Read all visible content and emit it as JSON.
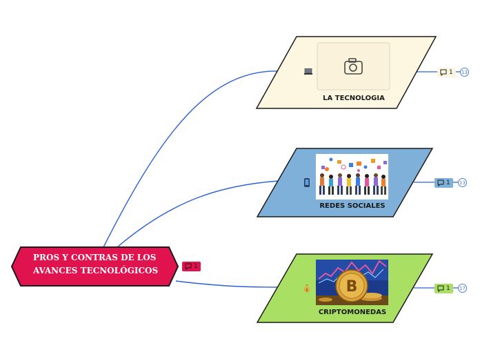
{
  "central": {
    "line1": "PROS Y CONTRAS DE LOS",
    "line2": "AVANCES TECNOLÓGICOS",
    "comment_count": "1",
    "color": "#e0134f"
  },
  "topics": [
    {
      "label": "LA TECNOLOGIA",
      "fill": "#fdf6e1",
      "badge_color": "#fdf6e1",
      "comment_count": "1",
      "child_count": "13",
      "icon": "computer-icon",
      "image": "camera-placeholder-icon"
    },
    {
      "label": "REDES SOCIALES",
      "fill": "#7fb0d9",
      "badge_color": "#7fb0d9",
      "comment_count": "1",
      "child_count": "13",
      "icon": "mobile-phone-icon",
      "image": "social-network-people-illustration"
    },
    {
      "label": "CRIPTOMONEDAS",
      "fill": "#a9e063",
      "badge_color": "#a9e063",
      "comment_count": "1",
      "child_count": "17",
      "icon": "money-bag-icon",
      "image": "bitcoin-coin-illustration"
    }
  ],
  "colors": {
    "connector": "#2b5fd9",
    "outline": "#1a1a1a"
  }
}
